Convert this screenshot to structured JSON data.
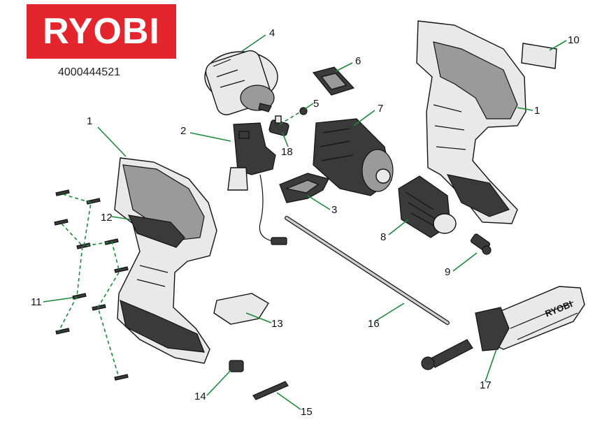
{
  "brand": {
    "logo_text": "RYOBI",
    "logo_color": "#e3262d",
    "handle_brand_text": "RYOBI"
  },
  "document": {
    "part_number": "4000444521"
  },
  "callouts": [
    {
      "id": "c1a",
      "label": "1"
    },
    {
      "id": "c1b",
      "label": "1"
    },
    {
      "id": "c2",
      "label": "2"
    },
    {
      "id": "c3",
      "label": "3"
    },
    {
      "id": "c4",
      "label": "4"
    },
    {
      "id": "c5",
      "label": "5"
    },
    {
      "id": "c6",
      "label": "6"
    },
    {
      "id": "c7",
      "label": "7"
    },
    {
      "id": "c8",
      "label": "8"
    },
    {
      "id": "c9",
      "label": "9"
    },
    {
      "id": "c10",
      "label": "10"
    },
    {
      "id": "c11",
      "label": "11"
    },
    {
      "id": "c12",
      "label": "12"
    },
    {
      "id": "c13",
      "label": "13"
    },
    {
      "id": "c14",
      "label": "14"
    },
    {
      "id": "c15",
      "label": "15"
    },
    {
      "id": "c16",
      "label": "16"
    },
    {
      "id": "c17",
      "label": "17"
    },
    {
      "id": "c18",
      "label": "18"
    }
  ],
  "colors": {
    "leader_line": "#1a8a3a"
  }
}
